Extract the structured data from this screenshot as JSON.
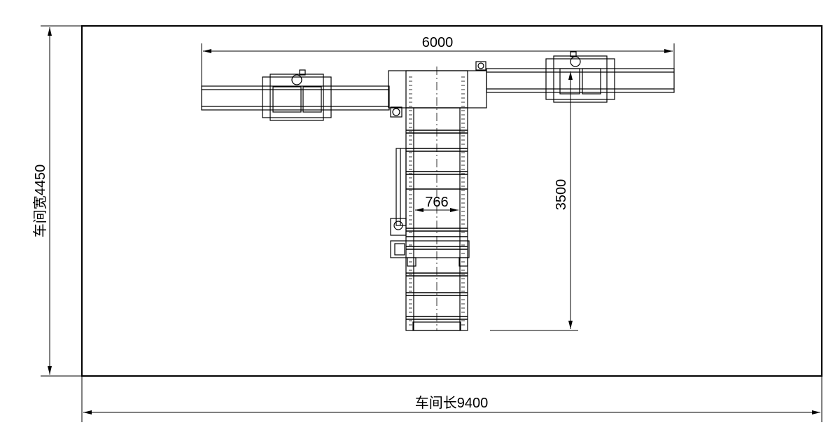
{
  "drawing": {
    "room_length_label": "车间长9400",
    "room_width_label": "车间宽4450",
    "dim_span": "6000",
    "dim_height": "3500",
    "dim_conveyor_width": "766"
  }
}
